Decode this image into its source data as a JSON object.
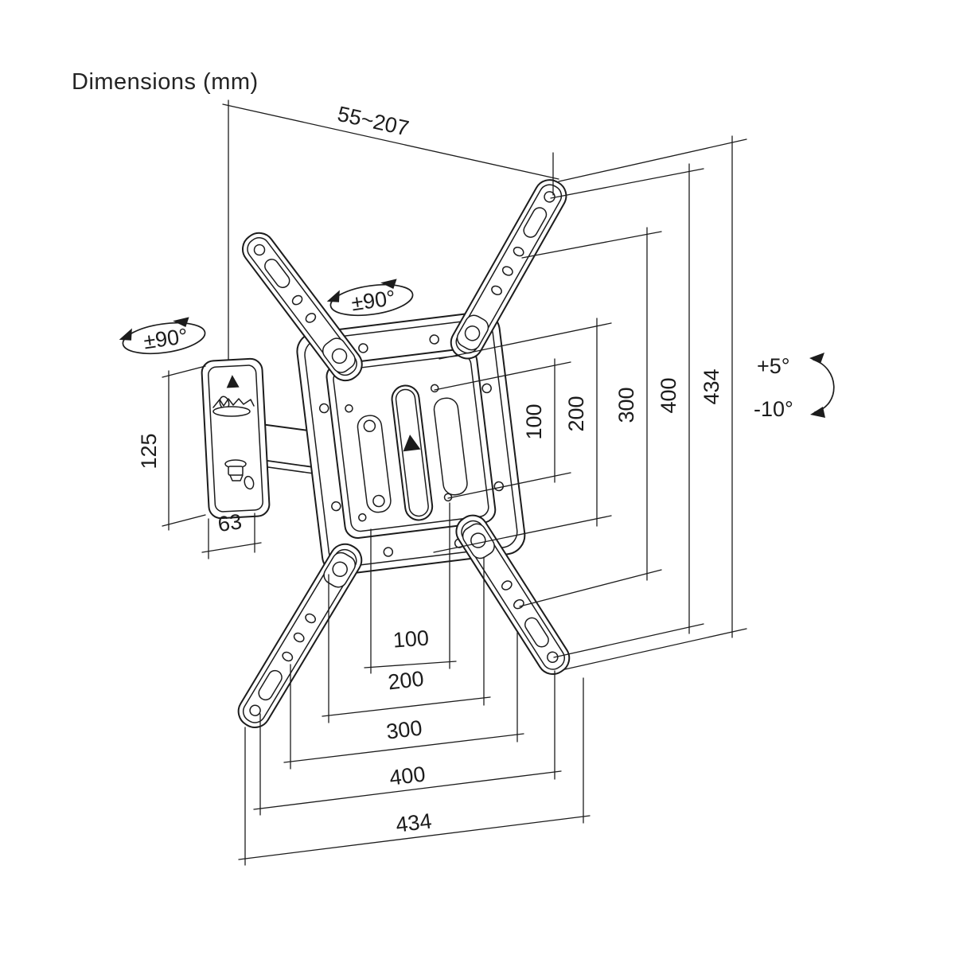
{
  "title": "Dimensions (mm)",
  "colors": {
    "line": "#1c1c1c",
    "background": "#ffffff"
  },
  "dims": {
    "depth_range": "55~207",
    "swivel_top": "±90°",
    "swivel_side": "±90°",
    "tilt_up": "+5°",
    "tilt_down": "-10°",
    "wall_plate_height": "125",
    "wall_plate_width": "63",
    "vertical": [
      "100",
      "200",
      "300",
      "400",
      "434"
    ],
    "horizontal": [
      "100",
      "200",
      "300",
      "400",
      "434"
    ]
  }
}
